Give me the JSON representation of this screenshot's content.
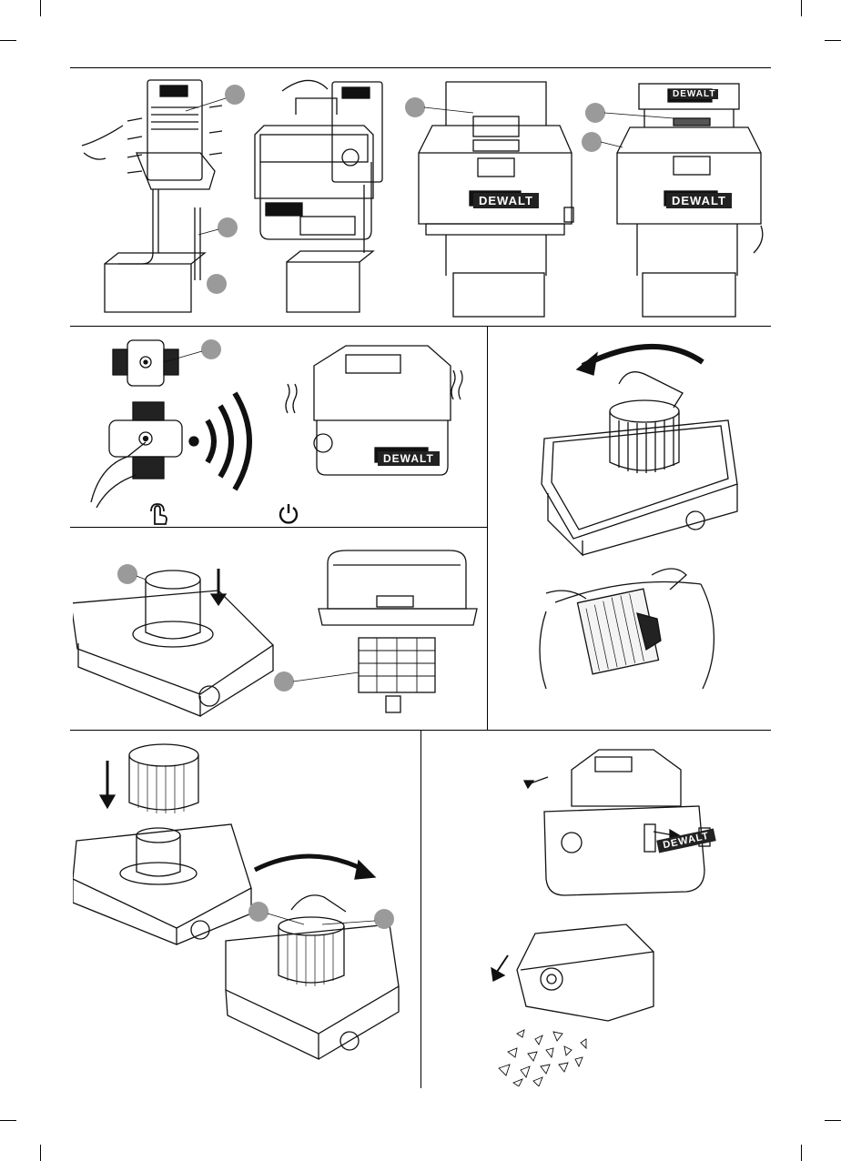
{
  "brand": {
    "logo_text": "DEWALT"
  },
  "figures": {
    "mount": {
      "name": "wall-mount-assembly"
    },
    "remote": {
      "name": "remote-power"
    },
    "filter_remove": {
      "name": "filter-remove"
    },
    "filter_install": {
      "name": "filter-install"
    },
    "emptying": {
      "name": "drum-emptying"
    }
  },
  "icons": {
    "press_button": "press-button-icon",
    "power": "power-icon"
  }
}
